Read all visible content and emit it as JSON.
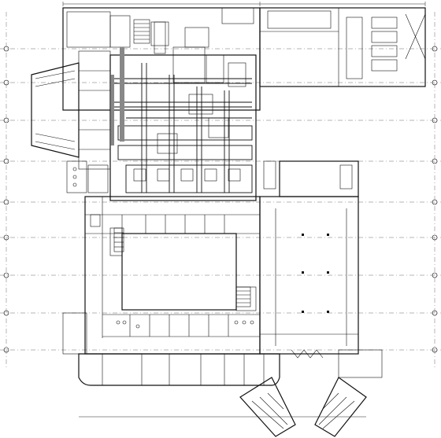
{
  "drawing": {
    "type": "architectural-hvac-floor-plan",
    "line_color": "#111111",
    "background": "#ffffff"
  },
  "rooms": [
    {
      "id": "r1",
      "label": ""
    },
    {
      "id": "r2",
      "label": ""
    }
  ]
}
